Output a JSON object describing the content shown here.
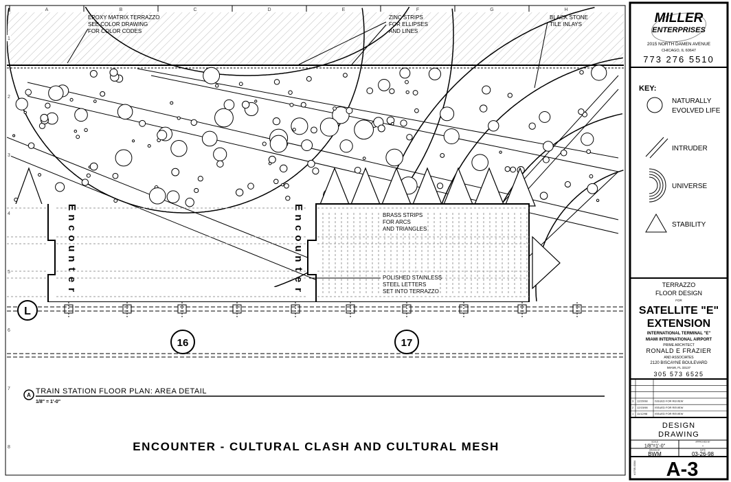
{
  "grid": {
    "columns": [
      "A",
      "B",
      "C",
      "D",
      "E",
      "F",
      "G",
      "H"
    ],
    "rows": [
      "1",
      "2",
      "3",
      "4",
      "5",
      "6",
      "7",
      "8"
    ]
  },
  "notes": {
    "epoxy": [
      "EPOXY MATRIX TERRAZZO",
      "SEE COLOR DRAWING",
      "FOR COLOR CODES"
    ],
    "zinc": [
      "ZINC STRIPS",
      "FOR ELLIPSES",
      "AND LINES"
    ],
    "black_stone": [
      "BLACK STONE",
      "TILE INLAYS"
    ],
    "brass": [
      "BRASS STRIPS",
      "FOR ARCS",
      "AND TRIANGLES"
    ],
    "steel": [
      "POLISHED STAINLESS",
      "STEEL LETTERS",
      "SET INTO TERRAZZO"
    ]
  },
  "inlay_word": [
    "E",
    "n",
    "c",
    "o",
    "u",
    "n",
    "t",
    "e",
    "r"
  ],
  "column_markers": [
    "16",
    "17"
  ],
  "grid_line_marker": "L",
  "detail": {
    "number": "A",
    "title": "TRAIN STATION FLOOR PLAN: AREA DETAIL",
    "scale": "1/8\" = 1'-0\""
  },
  "sheet_title": "ENCOUNTER  -  CULTURAL CLASH AND CULTURAL MESH",
  "title_block": {
    "firm_line1": "MILLER",
    "firm_line2": "ENTERPRISES",
    "firm_address": "2015 NORTH DAMEN AVENUE",
    "firm_city": "CHICAGO, IL 60647",
    "firm_phone": "773 276 5510",
    "key_title": "KEY:",
    "key_items": [
      {
        "icon": "circle-icon",
        "label1": "NATURALLY",
        "label2": "EVOLVED LIFE"
      },
      {
        "icon": "slash-lines-icon",
        "label1": "INTRUDER",
        "label2": ""
      },
      {
        "icon": "arcs-icon",
        "label1": "UNIVERSE",
        "label2": ""
      },
      {
        "icon": "triangle-icon",
        "label1": "STABILITY",
        "label2": ""
      }
    ],
    "project_line1": "TERRAZZO",
    "project_line2": "FLOOR DESIGN",
    "project_for": "FOR",
    "project_name1": "SATELLITE \"E\"",
    "project_name2": "EXTENSION",
    "client1": "INTERNATIONAL TERMINAL \"E\"",
    "client2": "MIAMI INTERNATIONAL AIRPORT",
    "architect_label": "PRIME ARCHITECT",
    "architect": "RONALD E FRAZIER",
    "architect2": "AND ASSOCIATES",
    "architect_address": "2120 BISCAYNE BOULEVARD",
    "architect_city": "MIAMI, FL 33137",
    "architect_phone": "305 573 6525",
    "revisions": [
      {
        "no": "3",
        "date": "12/20/98",
        "desc": "ISSUED FOR REVIEW"
      },
      {
        "no": "2",
        "date": "12/15/98",
        "desc": "ISSUED FOR REVIEW"
      },
      {
        "no": "1",
        "date": "11/12/98",
        "desc": "ISSUED FOR REVIEW"
      }
    ],
    "drawing_type1": "DESIGN",
    "drawing_type2": "DRAWING",
    "scale_label": "SCALE",
    "scale": "1/8\"=1'-0\"",
    "approved_label": "APPROVED BY",
    "approved": "-",
    "drawn_label": "DRAWN BY",
    "drawn": "BWM",
    "date_label": "DATE",
    "date": "03-26-98",
    "job_no": "#1705-0004",
    "sheet_no": "A-3"
  }
}
